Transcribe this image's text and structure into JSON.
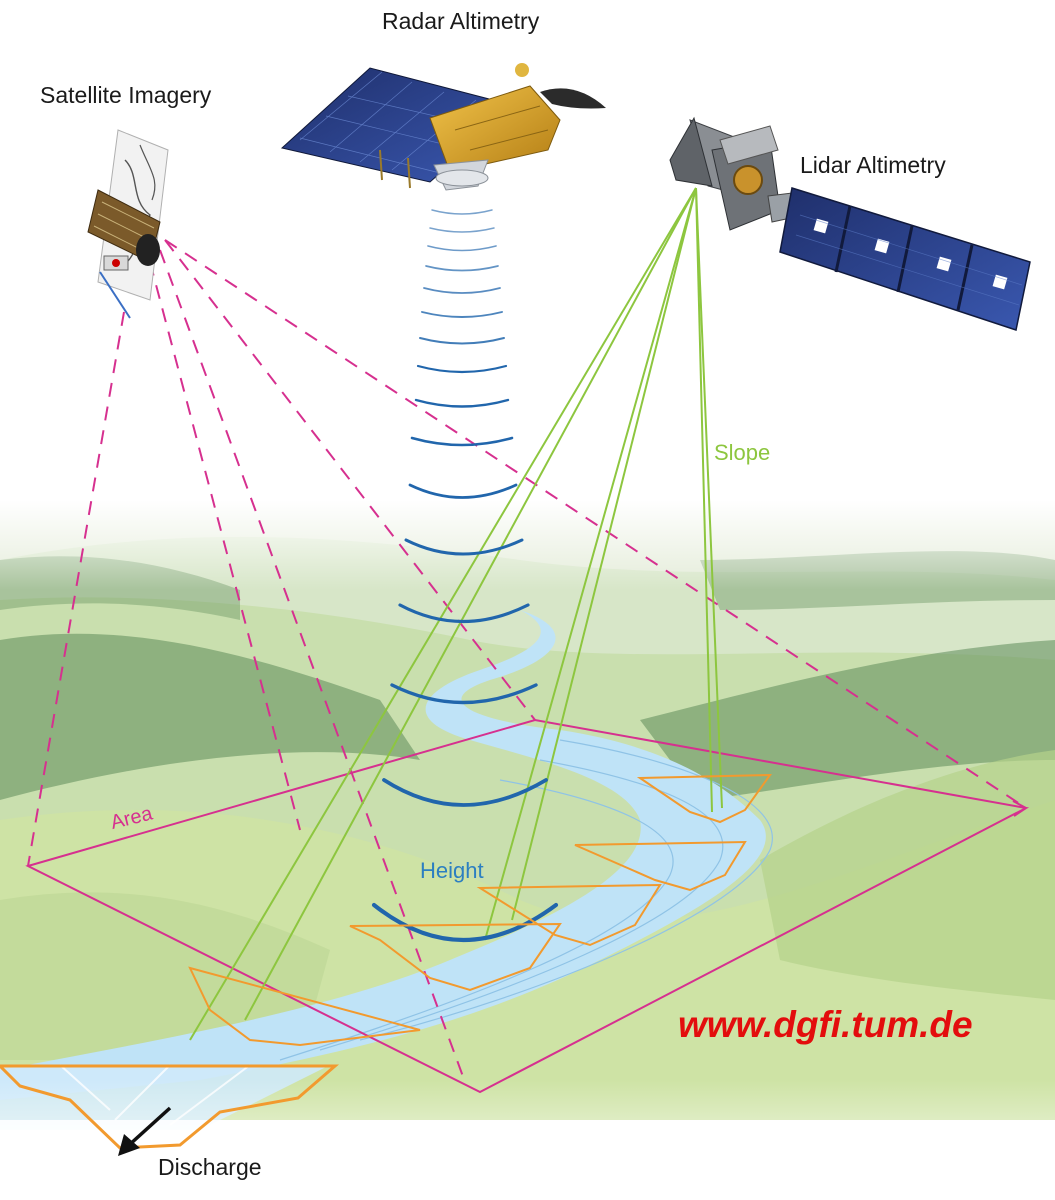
{
  "labels": {
    "radar": "Radar Altimetry",
    "imagery": "Satellite Imagery",
    "lidar": "Lidar Altimetry",
    "slope": "Slope",
    "area": "Area",
    "height": "Height",
    "discharge": "Discharge",
    "url": "www.dgfi.tum.de"
  },
  "colors": {
    "area_lines": "#d6308f",
    "lidar_beams": "#8dc63f",
    "radar_waves": "#2166ac",
    "cross_sections": "#f29a2e",
    "url": "#e30d0d",
    "river": "#bfe3f7"
  },
  "icons": [
    "radar-satellite-icon",
    "imagery-satellite-icon",
    "lidar-satellite-icon",
    "discharge-arrow-icon"
  ]
}
